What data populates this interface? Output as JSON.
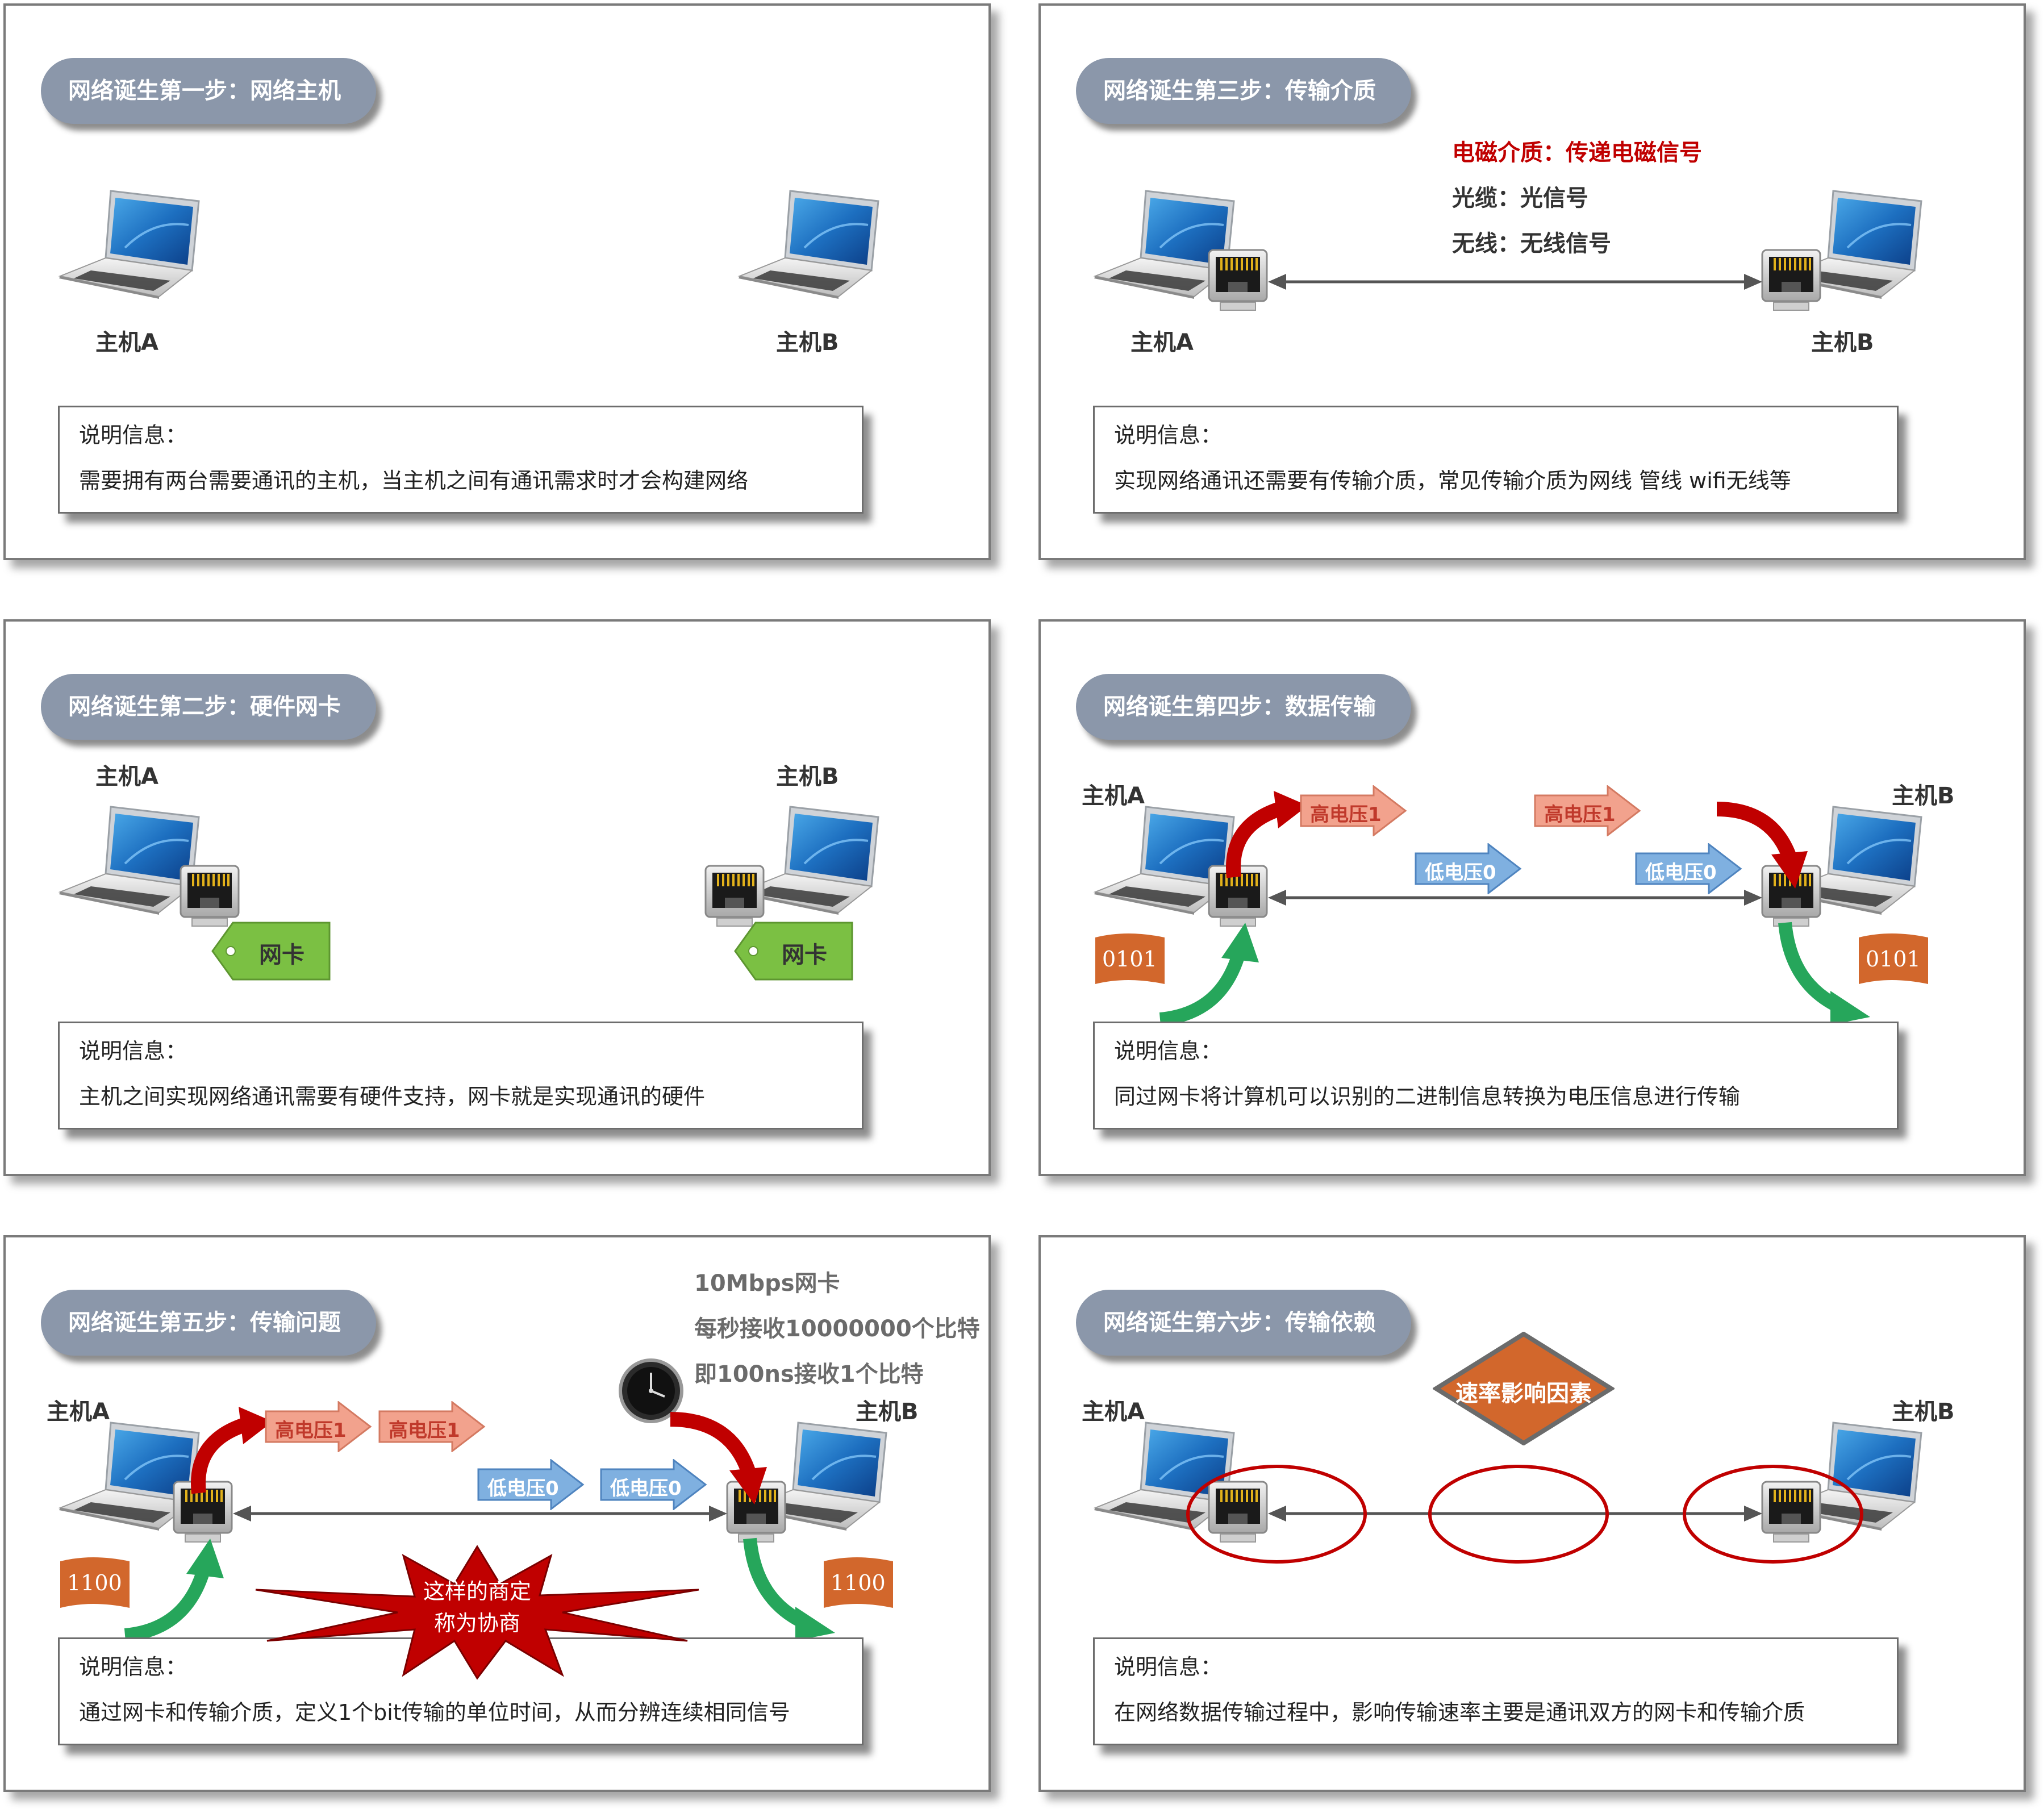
{
  "host_a": "主机A",
  "host_b": "主机B",
  "info_title": "说明信息：",
  "nic_tag": "网卡",
  "panels": {
    "p1": {
      "title": "网络诞生第一步：网络主机",
      "info": "需要拥有两台需要通讯的主机，当主机之间有通讯需求时才会构建网络"
    },
    "p2": {
      "title": "网络诞生第三步：传输介质",
      "info": "实现网络通讯还需要有传输介质，常见传输介质为网线 管线 wifi无线等",
      "media_lines": [
        "电磁介质：传递电磁信号",
        "光缆：光信号",
        "无线：无线信号"
      ]
    },
    "p3": {
      "title": "网络诞生第二步：硬件网卡",
      "info": "主机之间实现网络通讯需要有硬件支持，网卡就是实现通讯的硬件"
    },
    "p4": {
      "title": "网络诞生第四步：数据传输",
      "info": "同过网卡将计算机可以识别的二进制信息转换为电压信息进行传输",
      "high": "高电压1",
      "low": "低电压0",
      "bits": "0101"
    },
    "p5": {
      "title": "网络诞生第五步：传输问题",
      "info": "通过网卡和传输介质，定义1个bit传输的单位时间，从而分辨连续相同信号",
      "high": "高电压1",
      "low": "低电压0",
      "bits": "1100",
      "notes": [
        "10Mbps网卡",
        "每秒接收10000000个比特",
        "即100ns接收1个比特"
      ],
      "burst": [
        "这样的商定",
        "称为协商"
      ]
    },
    "p6": {
      "title": "网络诞生第六步：传输依赖",
      "info": "在网络数据传输过程中，影响传输速率主要是通讯双方的网卡和传输介质",
      "diamond": "速率影响因素"
    }
  },
  "colors": {
    "pill": "#8b97aa",
    "red": "#c00000",
    "green_tag": "#7bc043",
    "flag": "#d2672c",
    "high": "#f2a28d",
    "low": "#7fb0e0"
  }
}
